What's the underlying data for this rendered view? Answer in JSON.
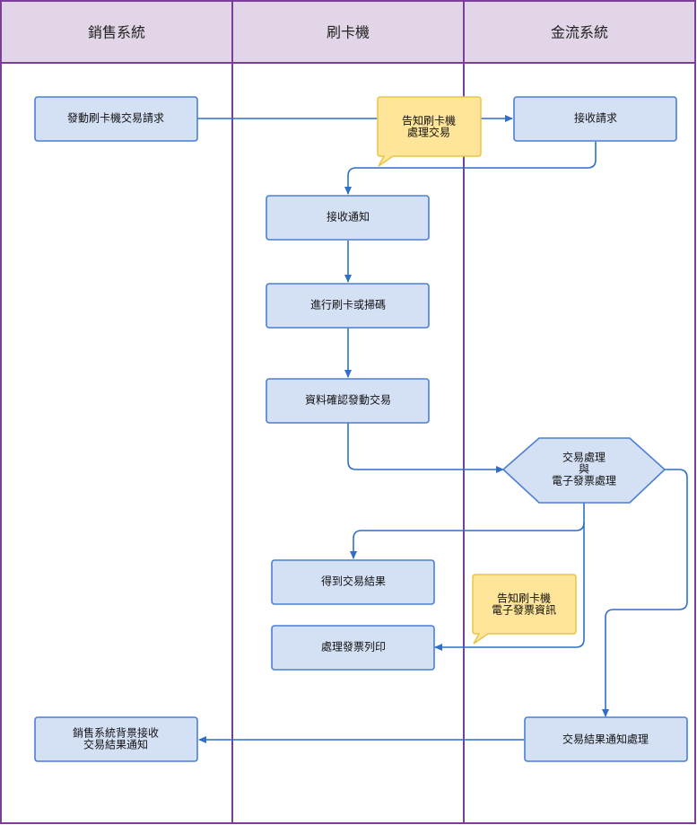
{
  "lanes": [
    {
      "title": "銷售系統"
    },
    {
      "title": "刷卡機"
    },
    {
      "title": "金流系統"
    }
  ],
  "nodes": {
    "initiate": [
      "發動刷卡機交易請求"
    ],
    "receive_request": [
      "接收請求"
    ],
    "notify_terminal": [
      "告知刷卡機",
      "處理交易"
    ],
    "receive_notice": [
      "接收通知"
    ],
    "swipe_or_scan": [
      "進行刷卡或掃碼"
    ],
    "confirm_data": [
      "資料確認發動交易"
    ],
    "process_invoice": [
      "交易處理",
      "與",
      "電子發票處理"
    ],
    "get_result": [
      "得到交易結果"
    ],
    "notify_invoice": [
      "告知刷卡機",
      "電子發票資訊"
    ],
    "print_invoice": [
      "處理發票列印"
    ],
    "result_notice": [
      "交易結果通知處理"
    ],
    "pos_receive_result": [
      "銷售系統背景接收",
      "交易結果通知"
    ]
  }
}
